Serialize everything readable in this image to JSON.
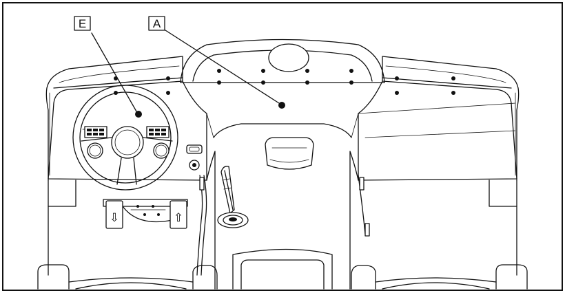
{
  "callouts": [
    {
      "id": "E",
      "label": "E"
    },
    {
      "id": "A",
      "label": "A"
    }
  ],
  "pedals": {
    "left_arrow_glyph": "⇩",
    "right_arrow_glyph": "⇧"
  },
  "colors": {
    "line": "#111111",
    "background": "#ffffff"
  }
}
